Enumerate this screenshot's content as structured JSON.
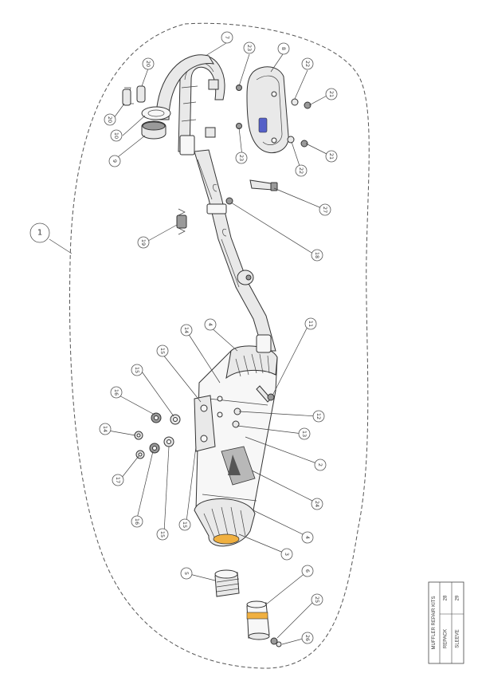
{
  "callouts": {
    "c1": "1",
    "c2": "2",
    "c3": "3",
    "c4a": "4",
    "c4b": "4",
    "c5": "5",
    "c6": "6",
    "c7": "7",
    "c8": "8",
    "c9": "9",
    "c10": "10",
    "c11": "11",
    "c12": "12",
    "c13": "13",
    "c14a": "14",
    "c14b": "14",
    "c15a": "15",
    "c15b": "15",
    "c15c": "15",
    "c15d": "15",
    "c16a": "16",
    "c16b": "16",
    "c17": "17",
    "c18": "18",
    "c19": "19",
    "c20a": "20",
    "c20b": "20",
    "c21a": "21",
    "c21b": "21",
    "c22a": "22",
    "c22b": "22",
    "c23a": "23",
    "c23b": "23",
    "c24": "24",
    "c25": "25",
    "c26": "26",
    "c27": "27"
  },
  "repair_table": {
    "title": "MUFFLER REPAIR KITS",
    "rows": [
      {
        "label": "REPACK",
        "value": "28"
      },
      {
        "label": "SLEEVE",
        "value": "29"
      }
    ]
  },
  "colors": {
    "line": "#333333",
    "part_fill": "#e9e9e9",
    "logo_blue": "#5560c8",
    "tip_orange": "#f0b040"
  }
}
